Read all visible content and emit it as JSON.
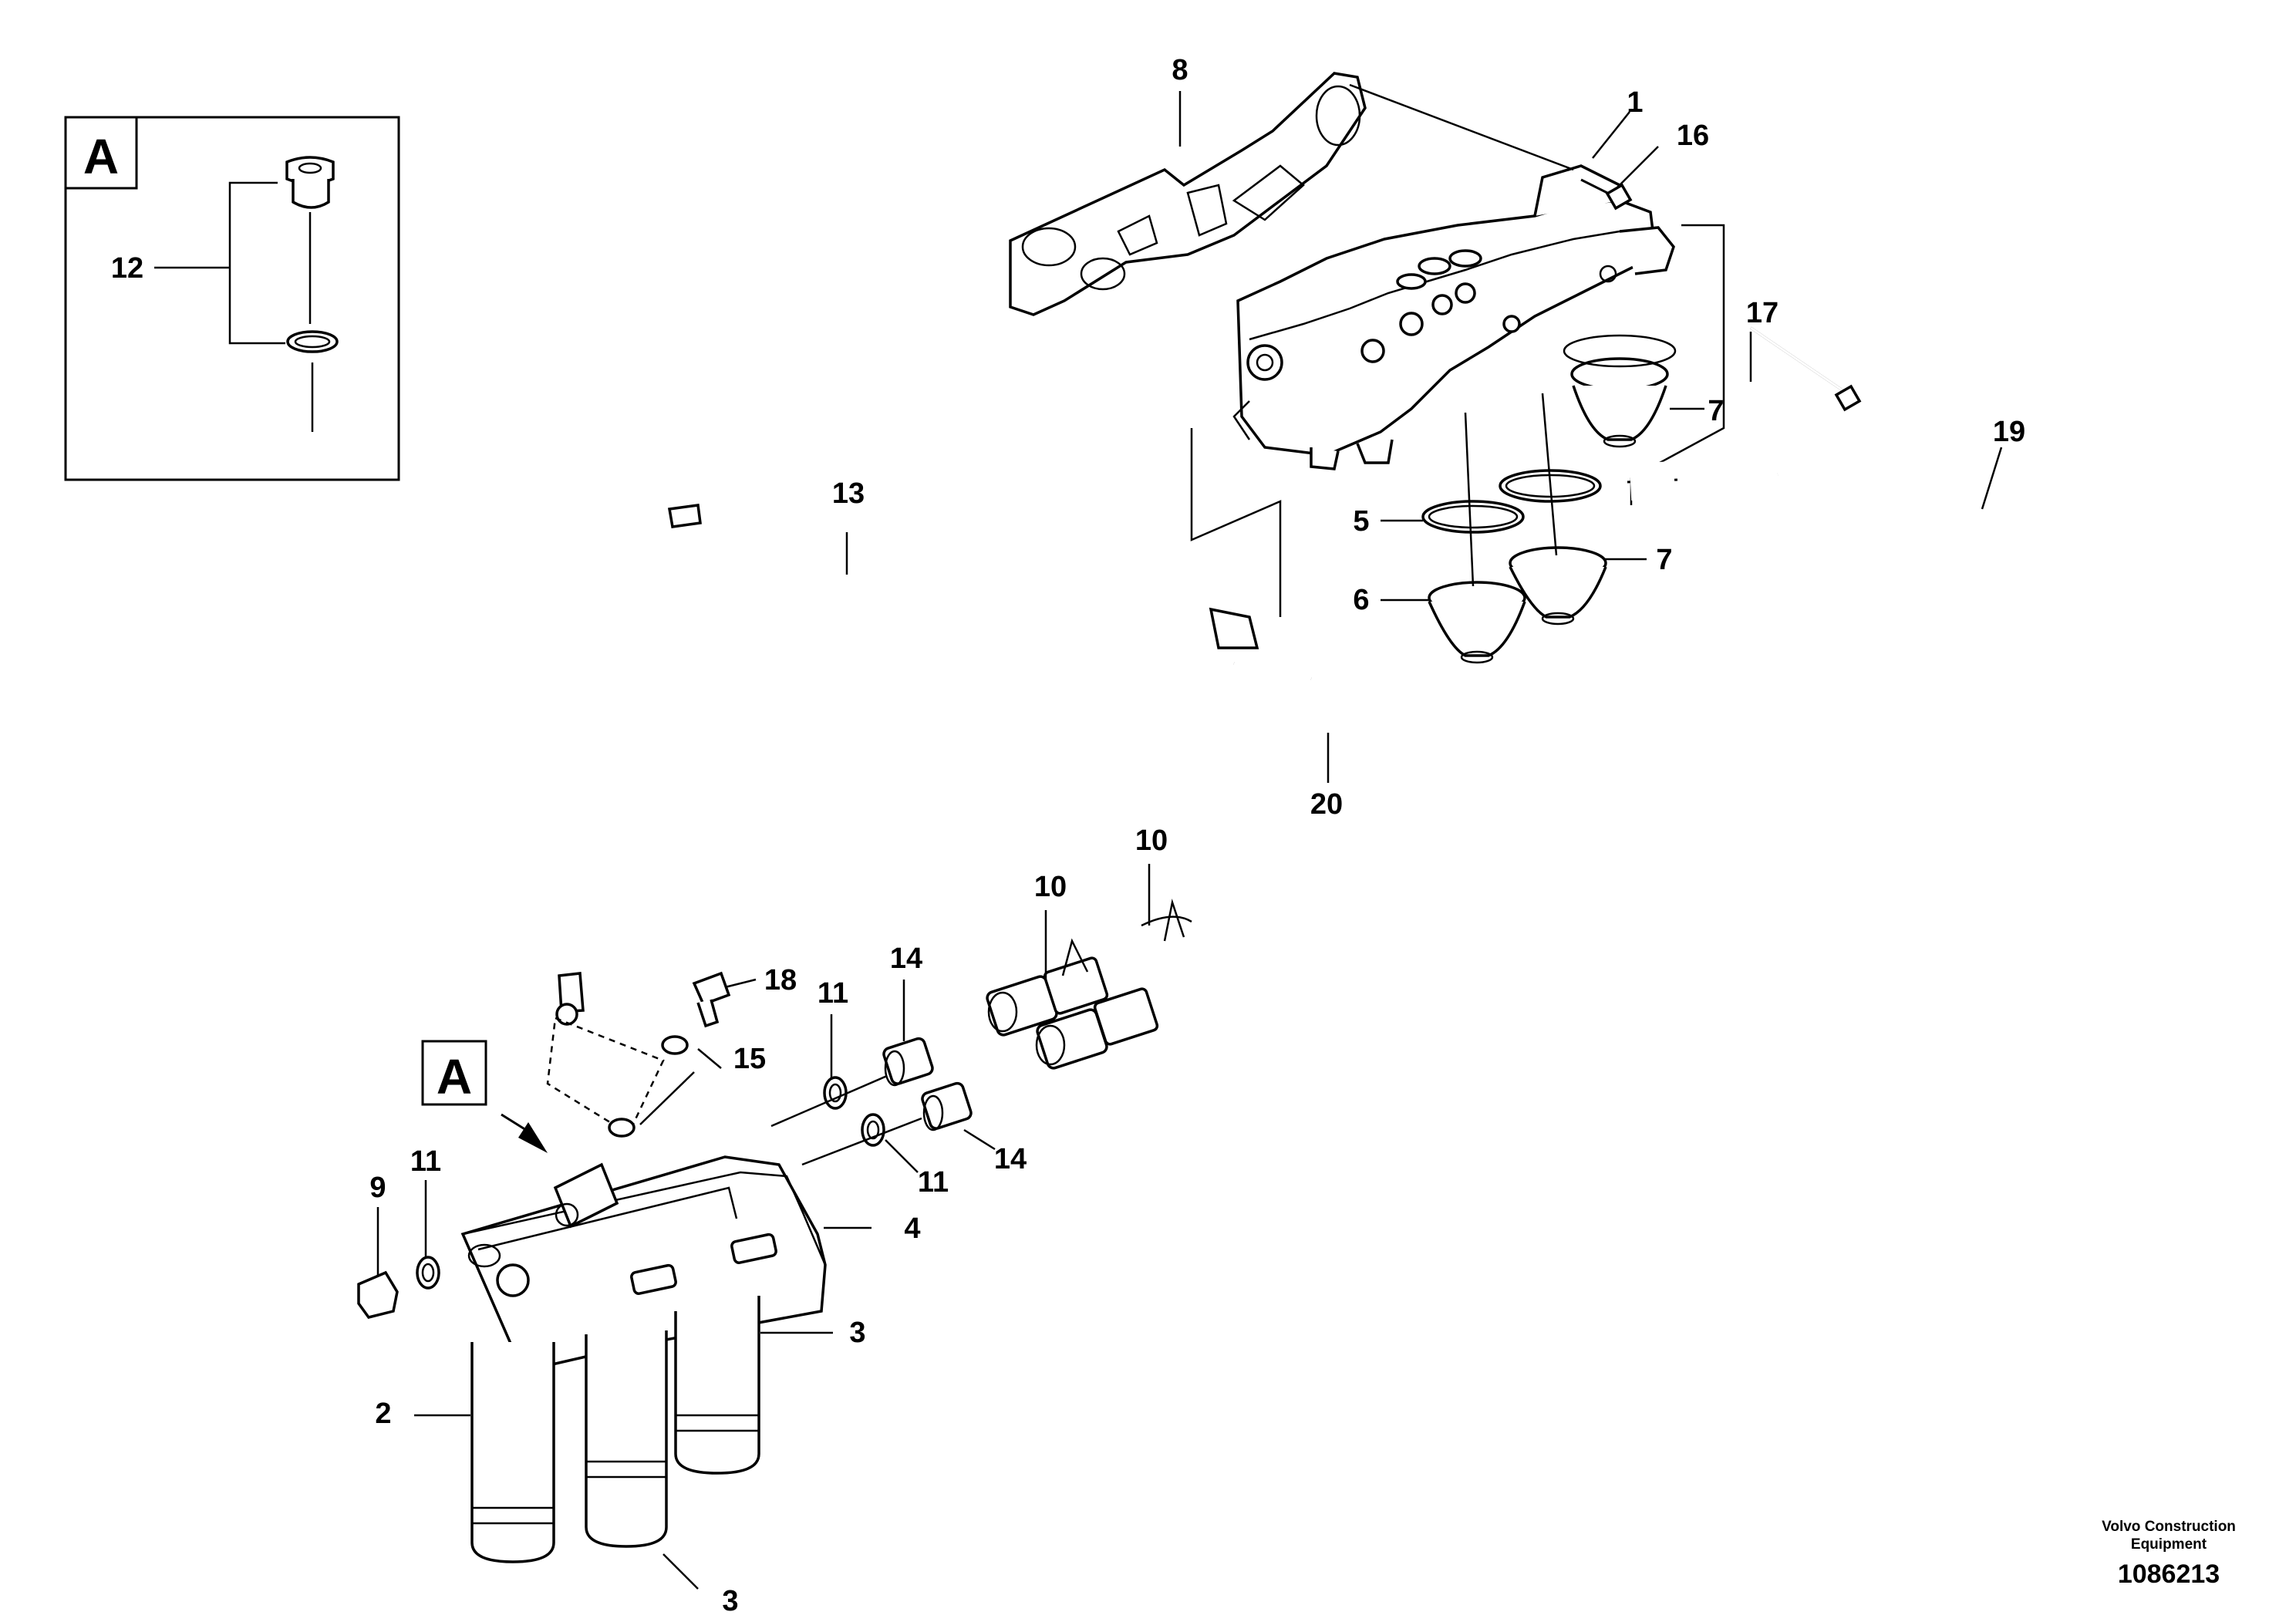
{
  "detail": {
    "letter_box": "A",
    "pointer_label": "A"
  },
  "callouts": {
    "c1": "1",
    "c2": "2",
    "c3a": "3",
    "c3b": "3",
    "c4": "4",
    "c5": "5",
    "c6": "6",
    "c7a": "7",
    "c7b": "7",
    "c8": "8",
    "c9": "9",
    "c10a": "10",
    "c10b": "10",
    "c11a": "11",
    "c11b": "11",
    "c11c": "11",
    "c12": "12",
    "c13": "13",
    "c14a": "14",
    "c14b": "14",
    "c15": "15",
    "c16": "16",
    "c17": "17",
    "c18": "18",
    "c19": "19",
    "c20": "20"
  },
  "footer": {
    "company_line1": "Volvo Construction",
    "company_line2": "Equipment",
    "drawing_number": "1086213"
  }
}
